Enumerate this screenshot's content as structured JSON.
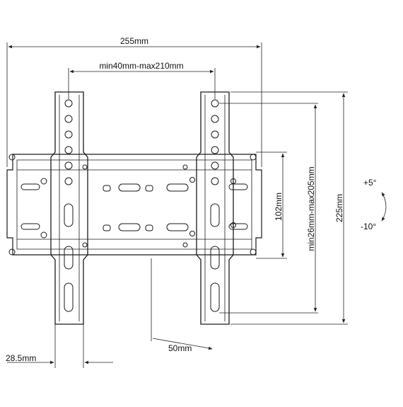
{
  "dimensions": {
    "overall_width": "255mm",
    "vesa_horizontal": "min40mm-max210mm",
    "vesa_vertical": "min26mm-max205mm",
    "height": "225mm",
    "center_height": "102mm",
    "offset": "50mm",
    "wall_gap": "28.5mm"
  },
  "tilt": {
    "up": "+5°",
    "down": "-10°"
  },
  "colors": {
    "line": "#1a1a1a",
    "background": "#ffffff"
  }
}
